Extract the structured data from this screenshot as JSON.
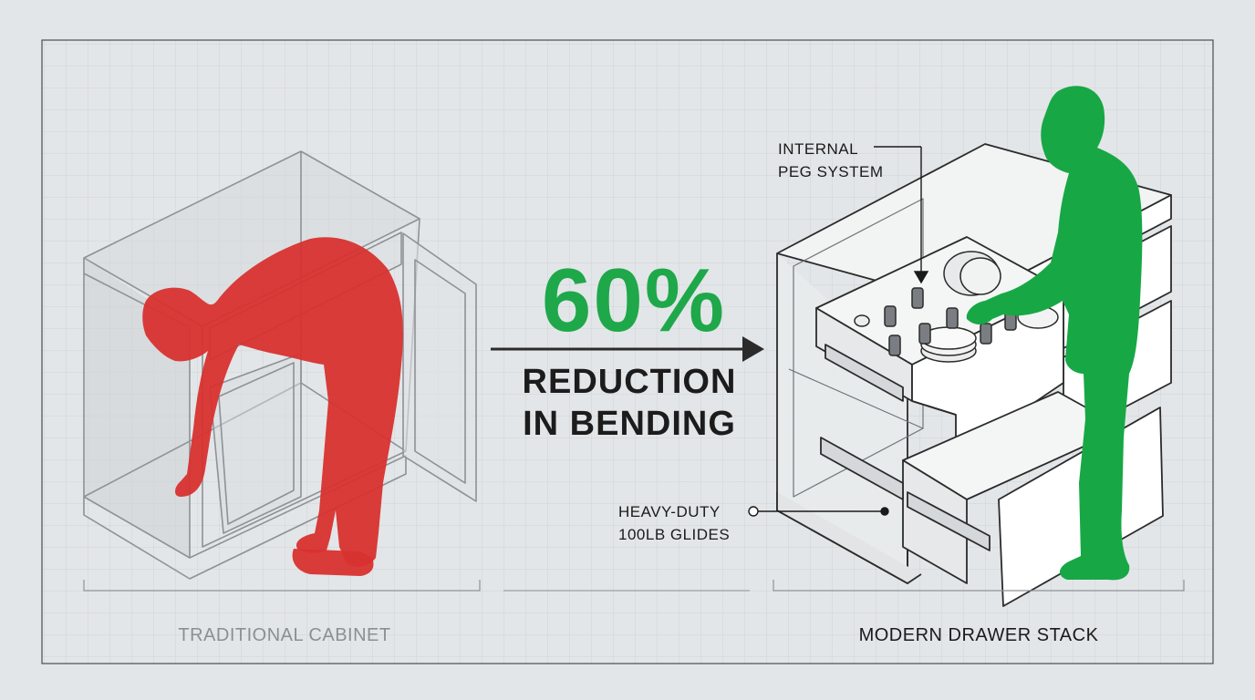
{
  "headline": {
    "value": "60%",
    "line1": "REDUCTION",
    "line2": "IN BENDING"
  },
  "captions": {
    "left": "TRADITIONAL CABINET",
    "right": "MODERN DRAWER STACK"
  },
  "callouts": {
    "peg_line1": "INTERNAL",
    "peg_line2": "PEG SYSTEM",
    "glide_line1": "HEAVY-DUTY",
    "glide_line2": "100LB GLIDES"
  },
  "colors": {
    "accent_green": "#1ea84a",
    "figure_red": "#d8322f",
    "figure_green": "#17a845",
    "grid": "#cdd2d6",
    "background": "#e3e6e8",
    "line": "#2b2b2b"
  }
}
